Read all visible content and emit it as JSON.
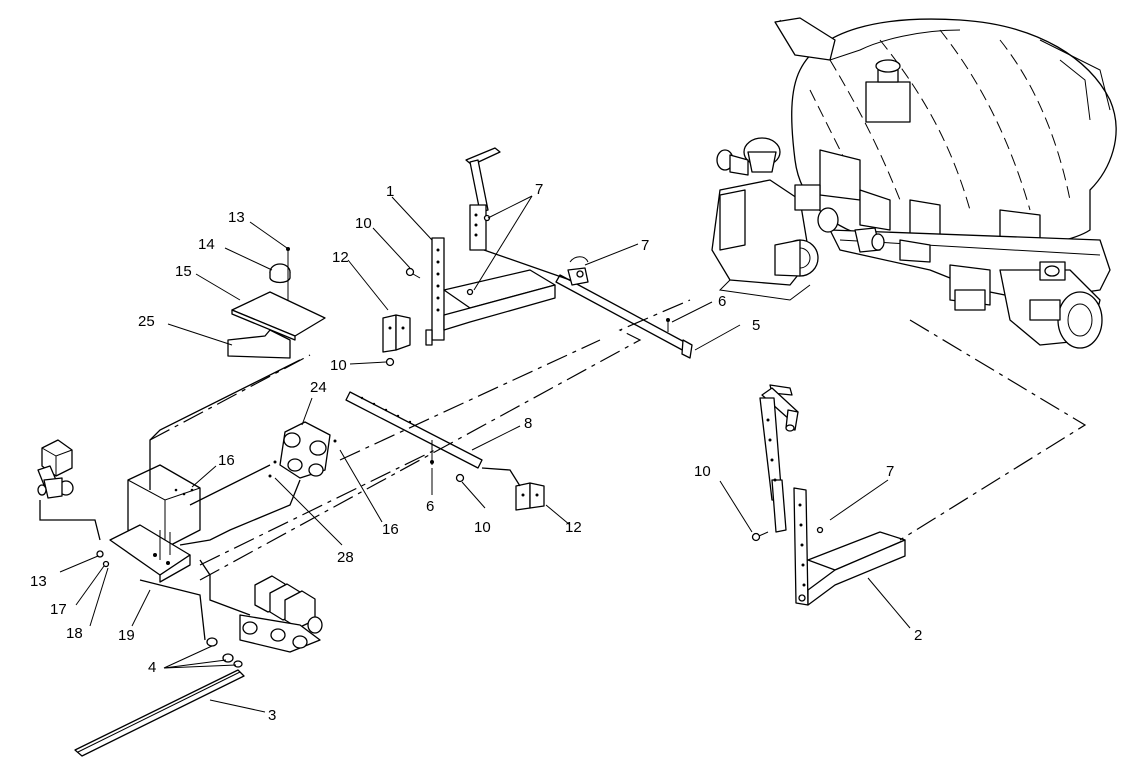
{
  "diagram": {
    "callouts": [
      "1",
      "2",
      "3",
      "4",
      "5",
      "6",
      "6",
      "7",
      "7",
      "7",
      "8",
      "10",
      "10",
      "10",
      "10",
      "12",
      "12",
      "13",
      "13",
      "14",
      "15",
      "16",
      "16",
      "17",
      "18",
      "19",
      "24",
      "25",
      "28"
    ]
  }
}
